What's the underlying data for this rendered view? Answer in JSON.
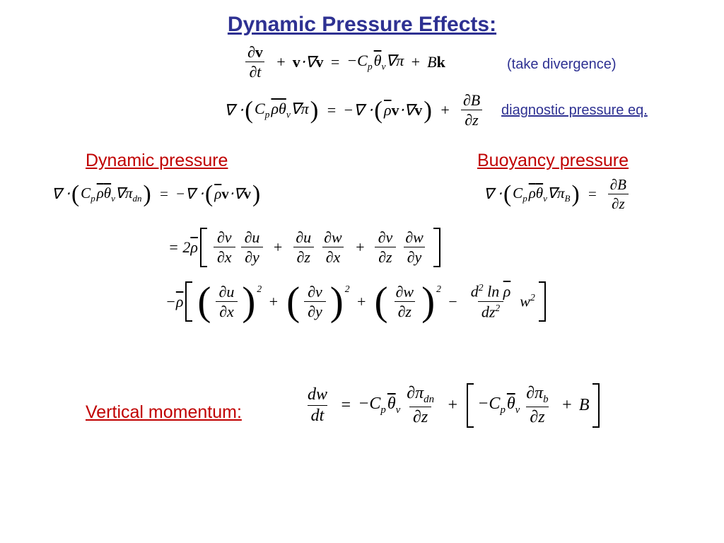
{
  "slide": {
    "title": "Dynamic Pressure Effects:",
    "annotations": {
      "take_divergence": "(take divergence)",
      "diagnostic": "diagnostic pressure eq."
    },
    "headings": {
      "dynamic": "Dynamic pressure",
      "buoyancy": "Buoyancy pressure",
      "vertical": "Vertical momentum:"
    },
    "colors": {
      "title_blue": "#2e3192",
      "annotation_blue": "#2e3192",
      "heading_red": "#c00000",
      "math_black": "#000000",
      "background": "#ffffff"
    }
  },
  "sym": {
    "lp": "(",
    "rp": ")"
  },
  "eq1": {
    "num_d": "∂",
    "num_v": "v",
    "den": "∂t",
    "plus": "+",
    "v1": "v",
    "dot_nabla": "⋅∇",
    "v2": "v",
    "eq": "=",
    "minus_c": "−C",
    "sub_p": "p",
    "theta": "θ",
    "sub_v": "v",
    "nabla_pi": "∇π",
    "plus2": "+",
    "b": "B",
    "k": "k"
  },
  "eq2": {
    "nabla_dot": "∇ ⋅",
    "c": "C",
    "sub_p": "p",
    "rho": "ρ",
    "theta": "θ",
    "sub_v": "v",
    "nabla_pi": "∇π",
    "eq": "=",
    "minus_nabla": "−∇ ⋅",
    "rho2": "ρ",
    "v1": "v",
    "dot_nabla": "⋅∇",
    "v2": "v",
    "plus": "+",
    "num": "∂B",
    "den": "∂z"
  },
  "eq3": {
    "nabla_dot": "∇ ⋅",
    "c": "C",
    "sub_p": "p",
    "rho": "ρ",
    "theta": "θ",
    "sub_v": "v",
    "nabla_pi": "∇π",
    "sub_dn": "dn",
    "eq": "=",
    "minus_nabla": "−∇ ⋅",
    "rho2": "ρ",
    "v1": "v",
    "dot_nabla": "⋅∇",
    "v2": "v"
  },
  "eq4": {
    "nabla_dot": "∇ ⋅",
    "c": "C",
    "sub_p": "p",
    "rho": "ρ",
    "theta": "θ",
    "sub_v": "v",
    "nabla_pi": "∇π",
    "sub_b": "B",
    "eq": "=",
    "num": "∂B",
    "den": "∂z"
  },
  "eq5": {
    "prefix": "= 2",
    "rho": "ρ",
    "f1n": "∂v",
    "f1d": "∂x",
    "f2n": "∂u",
    "f2d": "∂y",
    "plus": "+",
    "f3n": "∂u",
    "f3d": "∂z",
    "f4n": "∂w",
    "f4d": "∂x",
    "f5n": "∂v",
    "f5d": "∂z",
    "f6n": "∂w",
    "f6d": "∂y"
  },
  "eq6": {
    "minus": "−",
    "rho": "ρ",
    "g1n": "∂u",
    "g1d": "∂x",
    "g2n": "∂v",
    "g2d": "∂y",
    "g3n": "∂w",
    "g3d": "∂z",
    "sup2": "2",
    "plus": "+",
    "minus2": "−",
    "bn_d": "d",
    "bn_sup": "2",
    "bn_ln": " ln ",
    "bn_rho": "ρ",
    "bd": "dz",
    "bd_sup": "2",
    "w": "w",
    "w_sup": "2"
  },
  "eq7": {
    "num": "dw",
    "den": "dt",
    "eq": "=",
    "minus_c": "−C",
    "sub_p": "p",
    "theta": "θ",
    "sub_v": "v",
    "f1n": "∂π",
    "f1sub": "dn",
    "f1d": "∂z",
    "plus": "+",
    "minus_c2": "−C",
    "sub_p2": "p",
    "theta2": "θ",
    "sub_v2": "v",
    "f2n": "∂π",
    "f2sub": "b",
    "f2d": "∂z",
    "plus2": "+",
    "b": "B"
  }
}
